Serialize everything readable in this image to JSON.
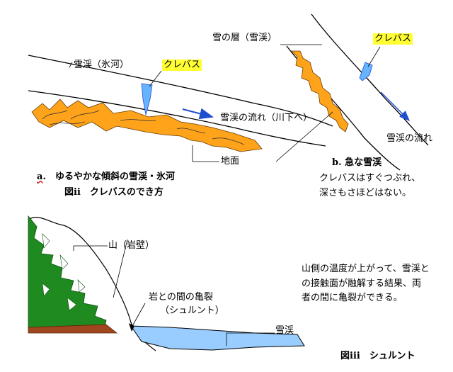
{
  "figure_a": {
    "valley_glacier_label": "雪渓（氷河）",
    "crevasse_label": "クレバス",
    "flow_label": "雪渓の流れ（川下へ）",
    "ground_label": "地面",
    "caption_letter": "a",
    "caption_rest": ".　ゆるやかな傾斜の雪渓・氷河",
    "figure_caption": "図ⅱ　クレバスのでき方"
  },
  "figure_b": {
    "snow_layer_label": "雪の層（雪渓）",
    "crevasse_label": "クレバス",
    "flow_label": "雪渓の流れ",
    "caption": "b.  急な雪渓",
    "note_line1": "クレバスはすぐつぶれ、",
    "note_line2": "深さもさほどはない。"
  },
  "figure_c": {
    "mountain_label": "山（岩壁）",
    "gap_label_line1": "岩との間の亀裂",
    "gap_label_line2": "（シュルント）",
    "snowfield_label": "雪渓",
    "explanation_line1": "山側の温度が上がって、雪渓と",
    "explanation_line2": "の接触面が融解する結果、両",
    "explanation_line3": "者の間に亀裂ができる。",
    "figure_caption": "図ⅲ　シュルント"
  },
  "colors": {
    "ice": "#99ccff",
    "crevasse": "#66b3ff",
    "ground": "#ffa31a",
    "arrow": "#1f4fd1",
    "highlight": "#ffff33",
    "forest": "#1f8a1f",
    "soil": "#a0461e"
  }
}
